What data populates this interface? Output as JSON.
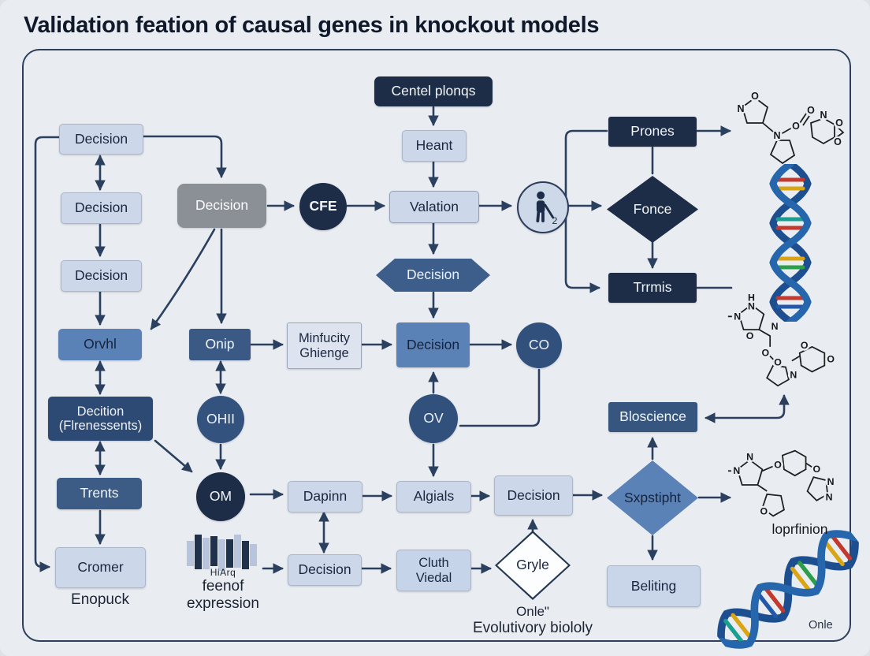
{
  "title": "Validation feation of causal genes in knockout models",
  "colors": {
    "background": "#e9edf2",
    "frame_border": "#2e3f5c",
    "arrow": "#2b3f5e",
    "node_light": "#ccd8ea",
    "node_medium_blue": "#5b82b7",
    "node_steel": "#3a5a85",
    "node_dark_navy": "#1d2c47",
    "node_gray": "#8a9096",
    "dna_strand_blue": "#2566ad"
  },
  "nodes": {
    "decision_a": {
      "label": "Decision"
    },
    "decision_b": {
      "label": "Decision"
    },
    "decision_c": {
      "label": "Decision"
    },
    "decision_gray": {
      "label": "Decision"
    },
    "cfe": {
      "label": "CFE"
    },
    "centel": {
      "label": "Centel plonqs"
    },
    "heant": {
      "label": "Heant"
    },
    "valation": {
      "label": "Valation"
    },
    "person": {
      "subscript": "2"
    },
    "prones": {
      "label": "Prones"
    },
    "fonce": {
      "label": "Fonce"
    },
    "trrmis": {
      "label": "Trrmis"
    },
    "decision_hex": {
      "label": "Decision"
    },
    "orvhl": {
      "label": "Orvhl"
    },
    "onip": {
      "label": "Onip"
    },
    "minfucity": {
      "line1": "Minfucity",
      "line2": "Ghienge"
    },
    "decision_mid": {
      "label": "Decision"
    },
    "co": {
      "label": "CO"
    },
    "ohii": {
      "label": "OHII"
    },
    "decition": {
      "line1": "Decition",
      "line2": "(Flrenessents)"
    },
    "ov": {
      "label": "OV"
    },
    "bloscience": {
      "label": "Bloscience"
    },
    "trents": {
      "label": "Trents"
    },
    "om": {
      "label": "OM"
    },
    "dapinn": {
      "label": "Dapinn"
    },
    "algials": {
      "label": "Algials"
    },
    "decision_row": {
      "label": "Decision"
    },
    "sxpstipht": {
      "label": "Sxpstipht"
    },
    "beliting": {
      "label": "Beliting"
    },
    "cromer": {
      "label": "Cromer"
    },
    "decision_bottom": {
      "label": "Decision"
    },
    "cluth": {
      "line1": "Cluth",
      "line2": "Viedal"
    },
    "gryle": {
      "label": "Gryle"
    }
  },
  "captions": {
    "enopuck": "Enopuck",
    "hiarq": "HiArq",
    "feenof": "feenof",
    "expression": "expression",
    "onle_note": "Onle\"",
    "evolutivory": "Evolutivory biololy",
    "loprfinion": "loprfinion",
    "onle_corner": "Onle"
  },
  "molecules": {
    "m1": [
      "O",
      "N",
      "N",
      "O",
      "O",
      "N",
      "O",
      "O"
    ],
    "m2": [
      "H",
      "N",
      "N",
      "O",
      "N",
      "O",
      "O",
      "N",
      "O",
      "O"
    ],
    "m3": [
      "N",
      "N",
      "O",
      "O",
      "O",
      "N",
      "N"
    ]
  },
  "icons": {
    "person": "person-with-cane-icon",
    "dna": "dna-double-helix",
    "bars": "expression-bar-pattern-icon"
  }
}
